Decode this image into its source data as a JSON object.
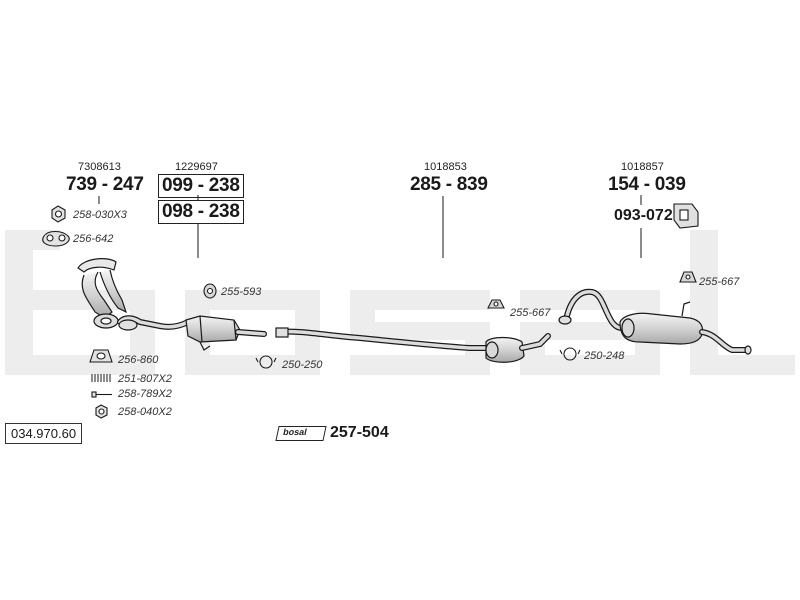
{
  "brand_watermark": "bosal",
  "main_parts": [
    {
      "id": "mp-front",
      "ref": "7308613",
      "number": "739 - 247",
      "boxed": false
    },
    {
      "id": "mp-cat-a",
      "ref": "1229697",
      "number": "099 - 238",
      "boxed": true
    },
    {
      "id": "mp-cat-b",
      "ref": "",
      "number": "098 - 238",
      "boxed": true
    },
    {
      "id": "mp-middle",
      "ref": "1018853",
      "number": "285 - 839",
      "boxed": false
    },
    {
      "id": "mp-rear",
      "ref": "1018857",
      "number": "154 - 039",
      "boxed": false
    }
  ],
  "bracket_part": "093-072",
  "accessories": [
    {
      "id": "acc-nut",
      "label": "258-030X3",
      "icon": "nut-icon"
    },
    {
      "id": "acc-gasket",
      "label": "256-642",
      "icon": "flange-gasket-icon"
    },
    {
      "id": "acc-mount1",
      "label": "255-593",
      "icon": "rubber-mount-icon"
    },
    {
      "id": "acc-mount2",
      "label": "255-667",
      "icon": "rubber-mount-icon"
    },
    {
      "id": "acc-mount3",
      "label": "255-667",
      "icon": "rubber-mount-icon"
    },
    {
      "id": "acc-ring",
      "label": "256-860",
      "icon": "sealing-ring-icon"
    },
    {
      "id": "acc-spring",
      "label": "251-807X2",
      "icon": "spring-icon"
    },
    {
      "id": "acc-bolt",
      "label": "258-789X2",
      "icon": "bolt-icon"
    },
    {
      "id": "acc-nut2",
      "label": "258-040X2",
      "icon": "nut-icon"
    },
    {
      "id": "acc-clamp1",
      "label": "250-250",
      "icon": "clamp-icon"
    },
    {
      "id": "acc-clamp2",
      "label": "250-248",
      "icon": "clamp-icon"
    }
  ],
  "set_number": "034.970.60",
  "kit": {
    "logo_text": "bosal",
    "number": "257-504"
  },
  "colors": {
    "line": "#1a1a1a",
    "watermark": "#ededed",
    "part_fill": "#e2e2e2"
  }
}
